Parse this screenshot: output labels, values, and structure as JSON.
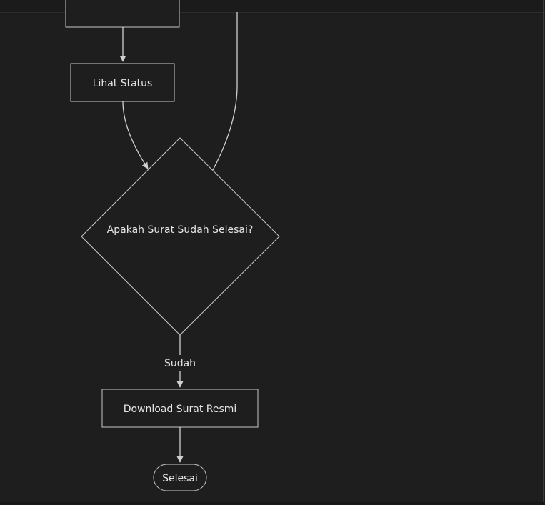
{
  "diagram": {
    "nodes": {
      "lihat_status": "Lihat Status",
      "decision_selesai": "Apakah Surat Sudah Selesai?",
      "download_surat": "Download Surat Resmi",
      "selesai": "Selesai"
    },
    "edges": {
      "label_sudah": "Sudah"
    }
  },
  "colors": {
    "background": "#1e1e1e",
    "line": "#d0d0d0",
    "text": "#e6e6e6"
  }
}
